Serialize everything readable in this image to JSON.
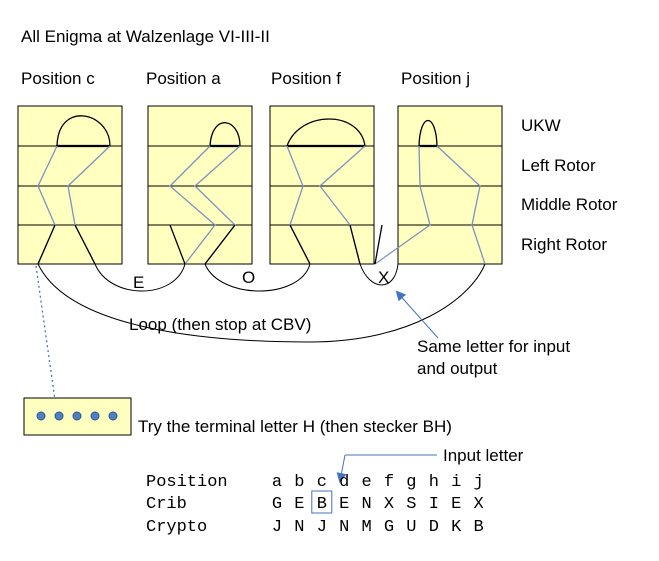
{
  "title": "All Enigma at Walzenlage VI-III-II",
  "positions": [
    {
      "label": "Position c"
    },
    {
      "label": "Position a"
    },
    {
      "label": "Position f"
    },
    {
      "label": "Position j"
    }
  ],
  "rotor_labels": {
    "ukw": "UKW",
    "left": "Left Rotor",
    "middle": "Middle Rotor",
    "right": "Right Rotor"
  },
  "loop_letters": [
    "E",
    "O",
    "X"
  ],
  "loop_label": "Loop (then stop at CBV)",
  "same_letter_note": [
    "Same letter for input",
    "and output"
  ],
  "terminal_label": "Try the terminal letter H (then stecker BH)",
  "input_letter_label": "Input letter",
  "table": {
    "rows": [
      {
        "label": "Position",
        "cells": [
          "a",
          "b",
          "c",
          "d",
          "e",
          "f",
          "g",
          "h",
          "i",
          "j"
        ]
      },
      {
        "label": "Crib",
        "cells": [
          "G",
          "E",
          "B",
          "E",
          "N",
          "X",
          "S",
          "I",
          "E",
          "X"
        ]
      },
      {
        "label": "Crypto",
        "cells": [
          "J",
          "N",
          "J",
          "N",
          "M",
          "G",
          "U",
          "D",
          "K",
          "B"
        ]
      }
    ],
    "highlight": {
      "row": 1,
      "col": 2
    }
  },
  "colors": {
    "box_fill": "#ffffc0",
    "wire": "#7a94c2",
    "arrow": "#4472c4",
    "dot": "#4f81bd",
    "outline": "#000000"
  }
}
